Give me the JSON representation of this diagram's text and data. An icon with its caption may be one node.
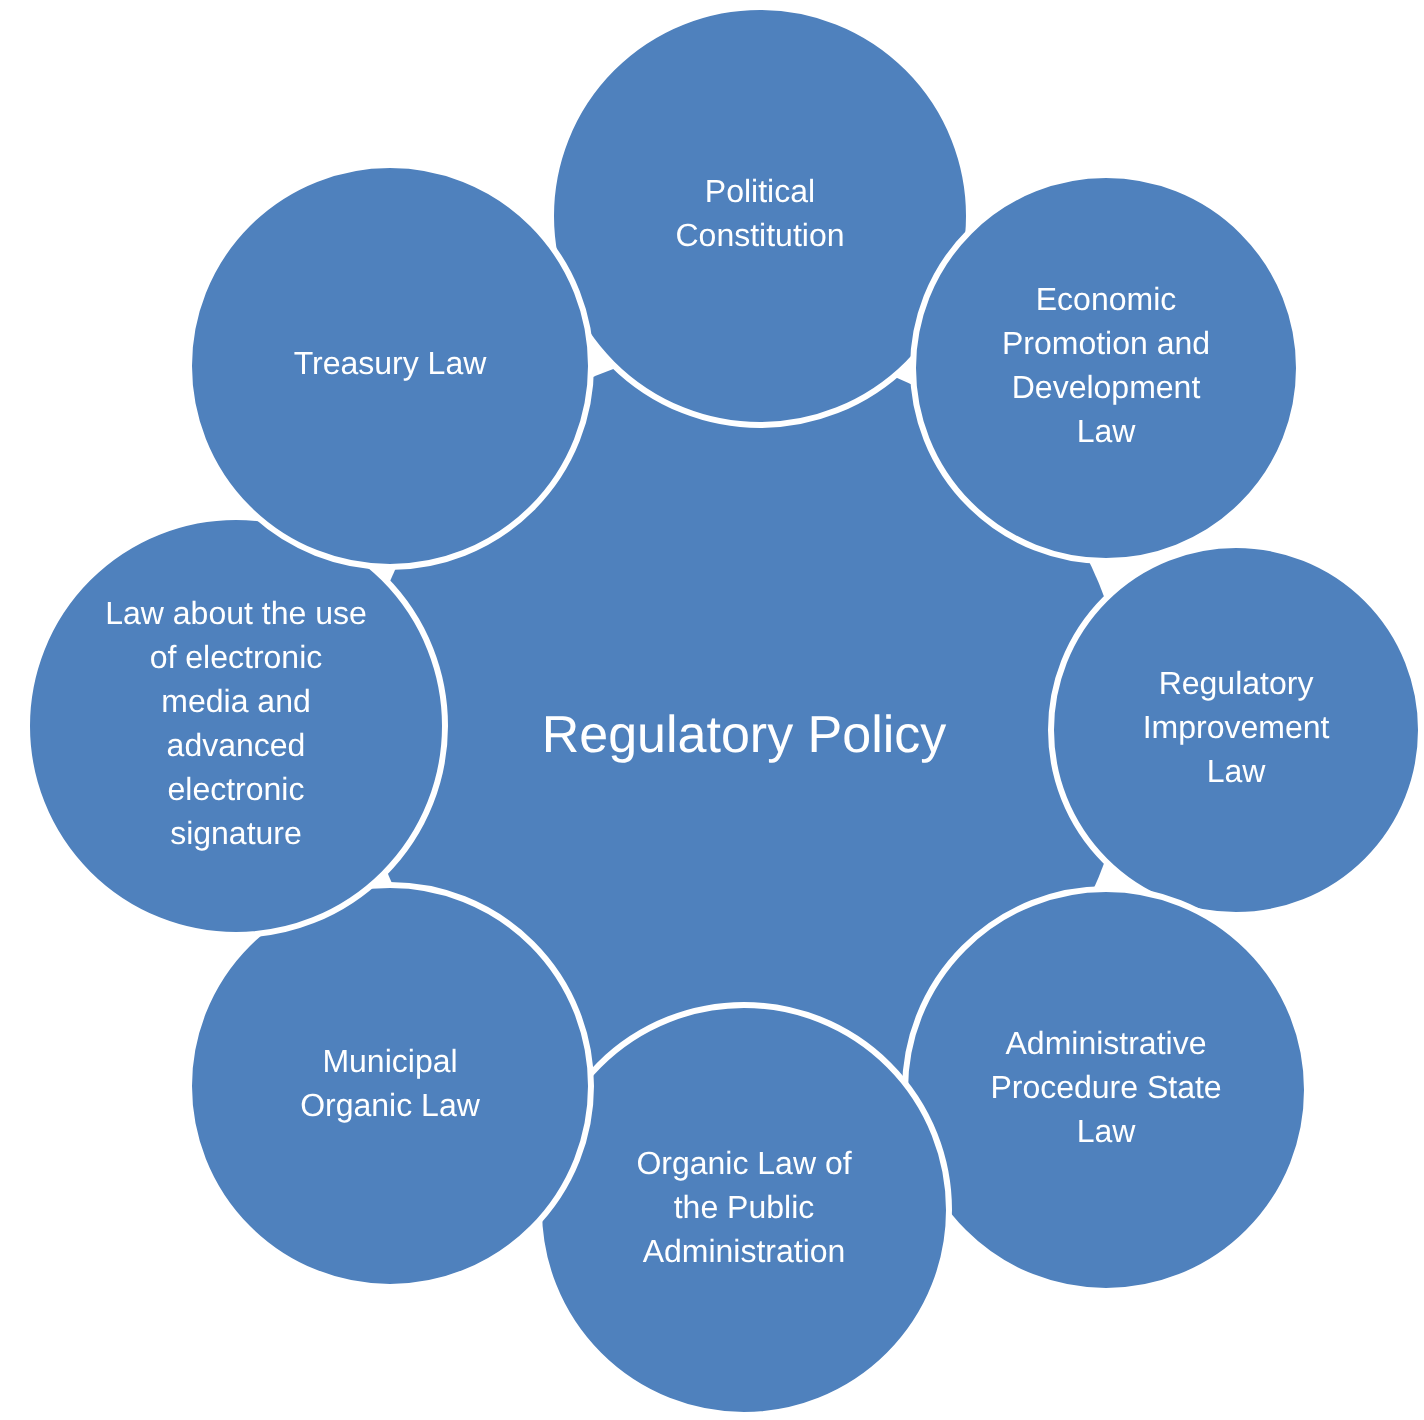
{
  "diagram": {
    "nodes": [
      {
        "text": [
          "Regulatory Policy"
        ]
      },
      {
        "text": [
          "Political Constitution"
        ]
      },
      {
        "text": [
          "Economic Promotion and Development Law"
        ]
      },
      {
        "text": [
          "Regulatory Improvement Law"
        ]
      },
      {
        "text": [
          "Administrative Procedure State Law"
        ]
      },
      {
        "text": [
          "Organic Law of the Public Administration"
        ]
      },
      {
        "text": [
          "Municipal Organic Law"
        ]
      },
      {
        "text": [
          "Law about the use of electronic media and advanced electronic signature"
        ]
      },
      {
        "text": [
          "Treasury Law"
        ]
      }
    ]
  }
}
